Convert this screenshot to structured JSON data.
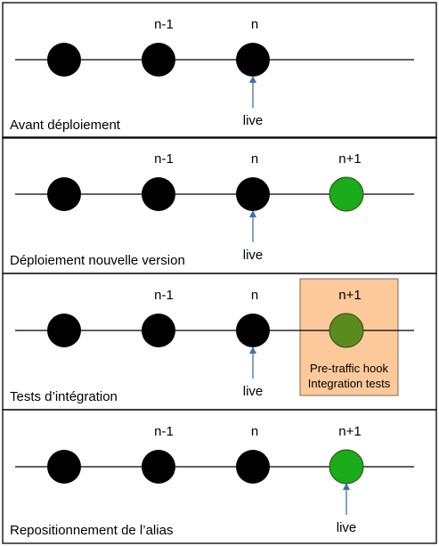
{
  "colors": {
    "line": "#000000",
    "node_default": "#000000",
    "node_new": "#1aac1a",
    "node_testing": "#5b8a1e",
    "label_new": "#1aac1a",
    "label_testing": "#5b8a1e",
    "arrow": "#3f6fb0",
    "hook_fill": "#fcc99b",
    "hook_stroke": "#7a6a5a",
    "border": "#000000"
  },
  "panels": [
    {
      "caption": "Avant déploiement",
      "labels": {
        "prev": "n-1",
        "curr": "n",
        "next": ""
      },
      "live": "live",
      "live_target": "curr",
      "next_state": "none",
      "hook": null
    },
    {
      "caption": "Déploiement nouvelle version",
      "labels": {
        "prev": "n-1",
        "curr": "n",
        "next": "n+1"
      },
      "live": "live",
      "live_target": "curr",
      "next_state": "new",
      "hook": null
    },
    {
      "caption": "Tests d’intégration",
      "labels": {
        "prev": "n-1",
        "curr": "n",
        "next": "n+1"
      },
      "live": "live",
      "live_target": "curr",
      "next_state": "testing",
      "hook": {
        "line1": "Pre-traffic hook",
        "line2": "Integration tests"
      }
    },
    {
      "caption": "Repositionnement de l’alias",
      "labels": {
        "prev": "n-1",
        "curr": "n",
        "next": "n+1"
      },
      "live": "live",
      "live_target": "next",
      "next_state": "new",
      "hook": null
    }
  ]
}
